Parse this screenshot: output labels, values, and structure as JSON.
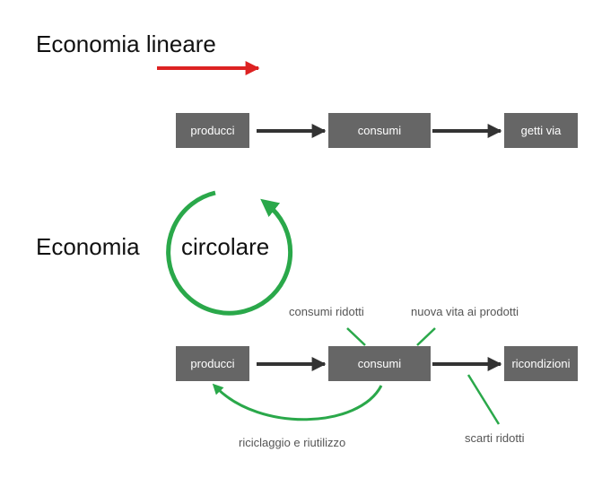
{
  "linear": {
    "title": "Economia lineare",
    "steps": [
      "producci",
      "consumi",
      "getti via"
    ]
  },
  "circular": {
    "title_part1": "Economia",
    "title_part2": "circolare",
    "steps": [
      "producci",
      "consumi",
      "ricondizioni"
    ],
    "annotations": {
      "reduced_consumption": "consumi ridotti",
      "new_life": "nuova vita ai prodotti",
      "recycling": "riciclaggio e riutilizzo",
      "reduced_waste": "scarti ridotti"
    }
  },
  "colors": {
    "box_fill": "#666666",
    "box_text": "#ffffff",
    "arrow": "#333333",
    "linear_accent": "#dd2222",
    "circular_accent": "#2aa84a"
  }
}
